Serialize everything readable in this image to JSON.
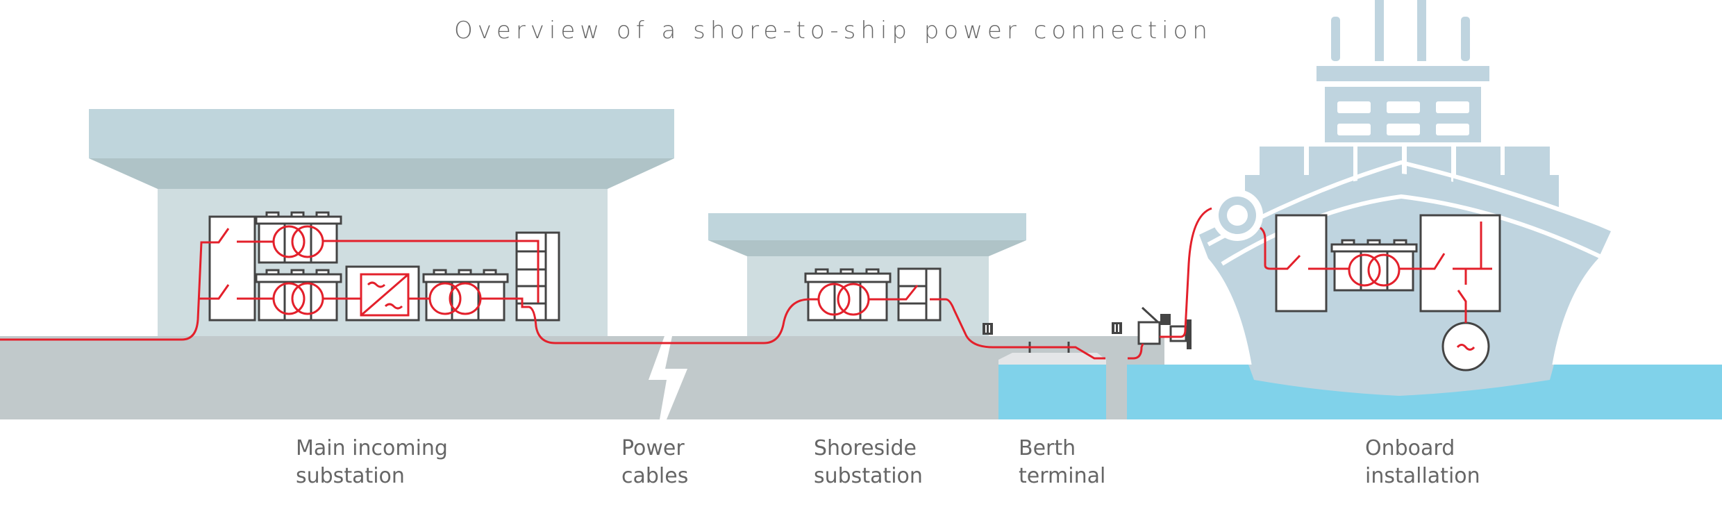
{
  "title": "Overview of a shore-to-ship power connection",
  "colors": {
    "cable": "#e3202b",
    "outline": "#444444",
    "roof": "#bfd5dc",
    "roof_slant": "#afc3c7",
    "building": "#cfdde0",
    "ground": "#c1c9cb",
    "water": "#80d2ea",
    "ship": "#bfd4df",
    "text": "#666666"
  },
  "sections": [
    {
      "id": "main-incoming-substation",
      "line1": "Main incoming",
      "line2": "substation"
    },
    {
      "id": "power-cables",
      "line1": "Power",
      "line2": "cables"
    },
    {
      "id": "shoreside-substation",
      "line1": "Shoreside",
      "line2": "substation"
    },
    {
      "id": "berth-terminal",
      "line1": "Berth",
      "line2": "terminal"
    },
    {
      "id": "onboard-installation",
      "line1": "Onboard",
      "line2": "installation"
    }
  ],
  "symbols": {
    "converter": "~ / ~",
    "generator": "~"
  }
}
